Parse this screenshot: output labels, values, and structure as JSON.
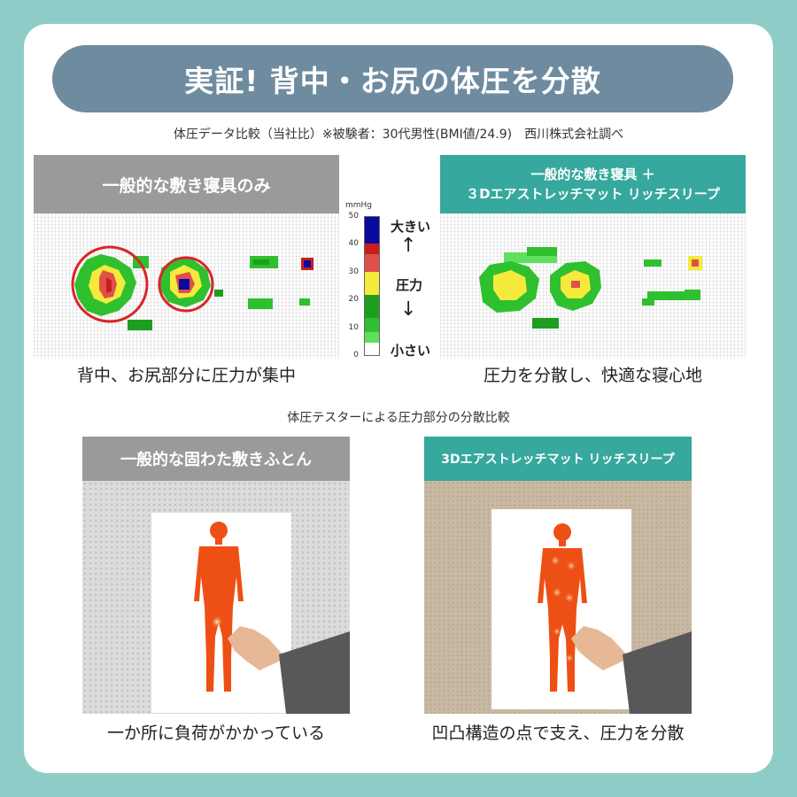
{
  "title": "実証! 背中・お尻の体圧を分散",
  "subtitle": "体圧データ比較（当社比）※被験者：30代男性(BMI値/24.9)　西川株式会社調べ",
  "left_panel": {
    "header": "一般的な敷き寝具のみ",
    "caption": "背中、お尻部分に圧力が集中"
  },
  "right_panel": {
    "header_line1": "一般的な敷き寝具 ＋",
    "header_line2": "３Dエアストレッチマット リッチスリープ",
    "caption": "圧力を分散し、快適な寝心地"
  },
  "scale": {
    "unit": "mmHg",
    "ticks": [
      "50",
      "40",
      "30",
      "20",
      "10",
      "0"
    ],
    "high_label": "大きい",
    "mid_label": "圧力",
    "low_label": "小さい",
    "colors": [
      "#0a0a9e",
      "#0a0a9e",
      "#c81e1e",
      "#e0504a",
      "#f5ea3c",
      "#1e9e1e",
      "#2ec02e",
      "#5ee05e",
      "#ffffff"
    ]
  },
  "section2_title": "体圧テスターによる圧力部分の分散比較",
  "photo_left": {
    "header": "一般的な固わた敷きふとん",
    "caption": "一か所に負荷がかかっている"
  },
  "photo_right": {
    "header": "3Dエアストレッチマット リッチスリープ",
    "caption": "凹凸構造の点で支え、圧力を分散"
  }
}
